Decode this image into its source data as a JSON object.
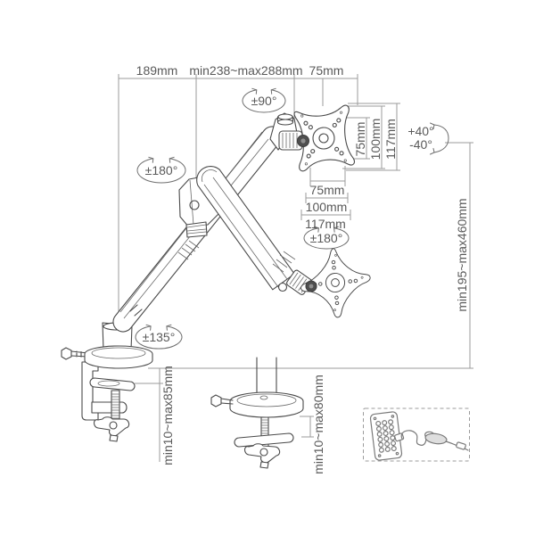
{
  "colors": {
    "art_line": "#4a4a4a",
    "dimension_line": "#9b9b9b",
    "label_text": "#595959",
    "knob_fill": "#4f4f4f",
    "background": "#ffffff"
  },
  "diagram": {
    "top_dimensions": {
      "base_to_elbow": "189mm",
      "elbow_to_head": "min238~max288mm",
      "head_to_plate": "75mm"
    },
    "rotations": {
      "head_swivel": "±90°",
      "elbow_swivel": "±180°",
      "base_swivel": "±135°",
      "plate_rotation": "±180°"
    },
    "tilt": {
      "up": "+40°",
      "down": "-40°"
    },
    "vesa": {
      "vertical": [
        "75mm",
        "100mm",
        "117mm"
      ],
      "horizontal": [
        "75mm",
        "100mm",
        "117mm"
      ]
    },
    "ranges": {
      "height": "min195~max460mm",
      "clamp_thickness": "min10~max85mm",
      "grommet_thickness": "min10~max80mm"
    }
  }
}
